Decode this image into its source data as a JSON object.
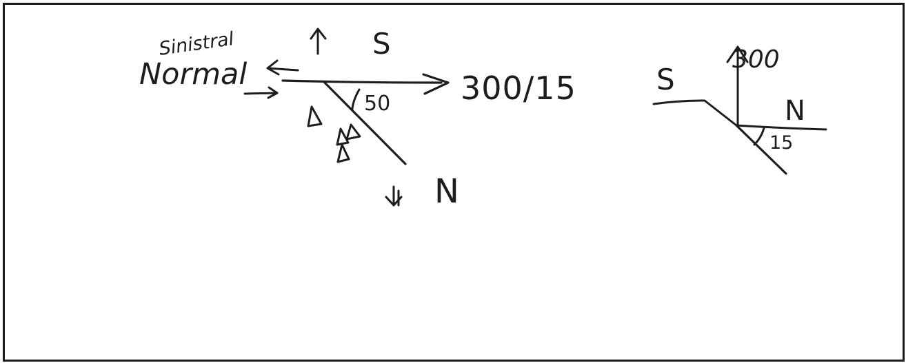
{
  "left_sketch": {
    "label_sinistral": "Sinistral",
    "label_normal": "Normal",
    "dir_south": "S",
    "dir_north": "N",
    "dip_angle": "50",
    "plunge": "300/15"
  },
  "right_sketch": {
    "dir_south": "S",
    "dir_north": "N",
    "azimuth": "300",
    "plunge_angle": "15"
  },
  "colors": {
    "ink": "#1d1d1d",
    "paper": "#ffffff",
    "frame": "#1a1a1a"
  }
}
